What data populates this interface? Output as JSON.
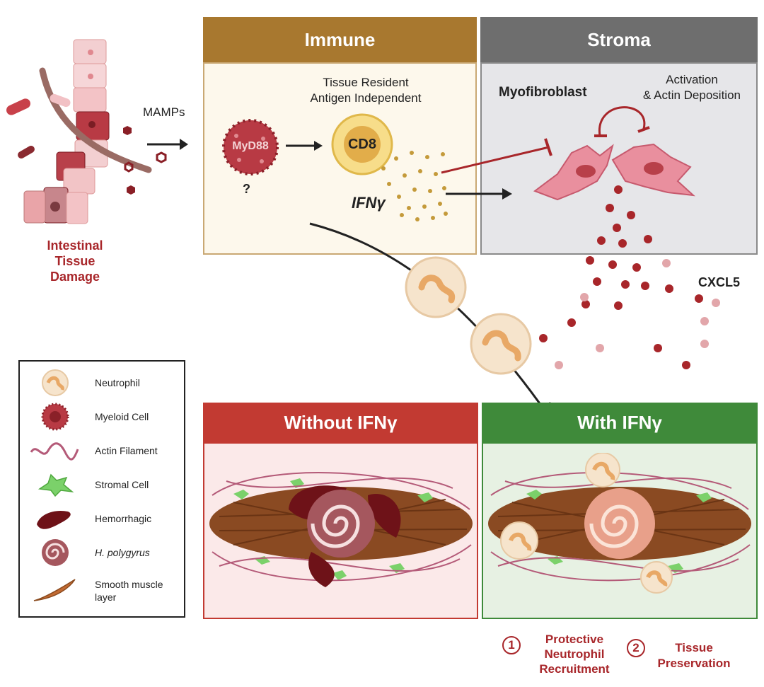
{
  "left": {
    "damage_label": "Intestinal Tissue Damage",
    "mamps_label": "MAMPs"
  },
  "immune_panel": {
    "title": "Immune",
    "myd88_label": "MyD88",
    "question_mark": "?",
    "tissue_resident_line1": "Tissue Resident",
    "tissue_resident_line2": "Antigen Independent",
    "cd8_label": "CD8",
    "ifng_label": "IFNγ"
  },
  "stroma_panel": {
    "title": "Stroma",
    "myofibroblast_label": "Myofibroblast",
    "activation_line1": "Activation",
    "activation_line2": "& Actin Deposition"
  },
  "cxcl5_label": "CXCL5",
  "without_panel": {
    "title": "Without IFNγ"
  },
  "with_panel": {
    "title": "With IFNγ"
  },
  "outcomes": [
    {
      "number": "1",
      "line1": "Protective",
      "line2": "Neutrophil",
      "line3": "Recruitment"
    },
    {
      "number": "2",
      "line1": "Tissue",
      "line2": "Preservation"
    }
  ],
  "legend": [
    {
      "icon": "neutrophil-icon",
      "label": "Neutrophil"
    },
    {
      "icon": "myeloid-cell-icon",
      "label": "Myeloid Cell"
    },
    {
      "icon": "actin-filament-icon",
      "label": "Actin Filament"
    },
    {
      "icon": "stromal-cell-icon",
      "label": "Stromal Cell"
    },
    {
      "icon": "hemorrhagic-icon",
      "label": "Hemorrhagic"
    },
    {
      "icon": "h-polygyrus-icon",
      "label": "H. polygyrus"
    },
    {
      "icon": "smooth-muscle-icon",
      "label": "Smooth muscle layer"
    }
  ],
  "colors": {
    "immune_header": "#a8782f",
    "immune_body": "#fdf8ec",
    "stroma_header": "#6e6e6e",
    "stroma_body": "#e6e6e9",
    "without_header": "#c23a32",
    "without_body": "#fbe9e9",
    "with_header": "#3f8a3a",
    "with_body": "#e7f1e3",
    "accent_red": "#a8262a"
  }
}
